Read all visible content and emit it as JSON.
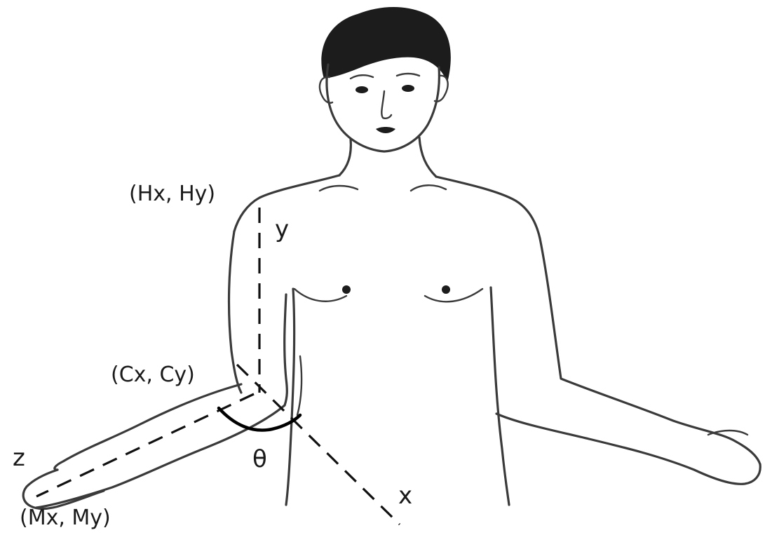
{
  "labels": {
    "shoulder_point": "(Hx, Hy)",
    "elbow_point": "(Cx, Cy)",
    "wrist_point": "(Mx, My)",
    "axis_x": "x",
    "axis_y": "y",
    "axis_z": "z",
    "angle": "θ"
  },
  "colors": {
    "outline": "#3a3a3a",
    "axes": "#111111",
    "background": "#ffffff"
  }
}
